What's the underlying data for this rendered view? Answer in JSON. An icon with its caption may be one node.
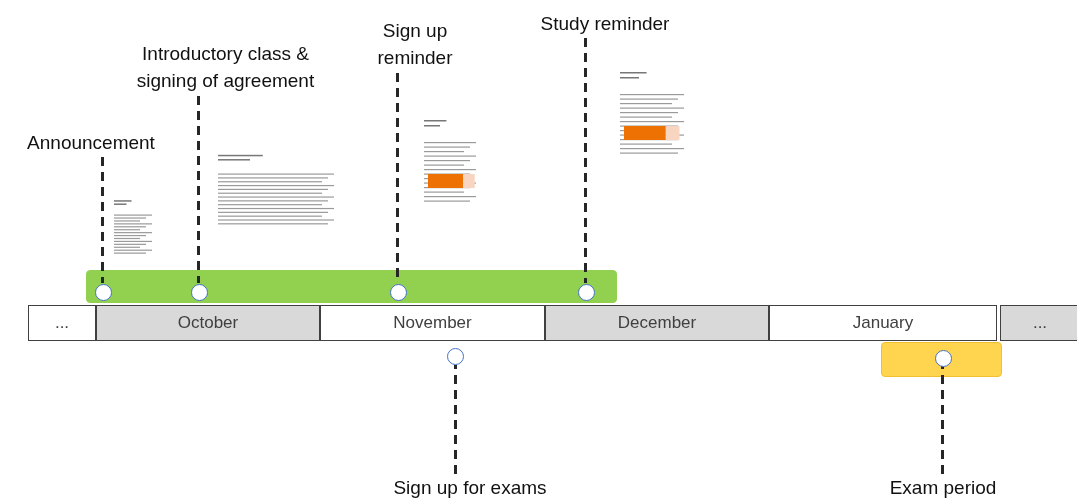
{
  "diagram": {
    "nodes": [
      {
        "text": [],
        "shape": "bar"
      },
      {
        "text": [],
        "shape": "circle",
        "in": 0
      },
      {
        "text": [],
        "shape": "circle",
        "in": 0
      },
      {
        "text": [],
        "shape": "circle",
        "in": 0
      },
      {
        "text": [],
        "shape": "circle",
        "in": 0
      },
      {
        "text": [
          "..."
        ]
      },
      {
        "text": [
          "October"
        ]
      },
      {
        "text": [
          "November"
        ]
      },
      {
        "text": [
          "December"
        ]
      },
      {
        "text": [
          "January"
        ]
      },
      {
        "text": [
          "..."
        ]
      },
      {
        "text": [],
        "shape": "circle"
      },
      {
        "text": [],
        "shape": "bar"
      },
      {
        "text": [],
        "shape": "circle",
        "in": 12
      },
      {
        "text": [
          "Announcement"
        ]
      },
      {
        "text": [
          "Introductory class & signing of agreement"
        ]
      },
      {
        "text": [
          "Sign up reminder"
        ]
      },
      {
        "text": [
          "Study reminder"
        ]
      },
      {
        "text": [
          "Sign up for exams"
        ]
      },
      {
        "text": [
          "Exam period"
        ]
      }
    ],
    "edges": [
      {
        "from": 14,
        "to": 1,
        "arrow": "none",
        "style": "dashed"
      },
      {
        "from": 15,
        "to": 2,
        "arrow": "none",
        "style": "dashed"
      },
      {
        "from": 16,
        "to": 3,
        "arrow": "none",
        "style": "dashed"
      },
      {
        "from": 17,
        "to": 4,
        "arrow": "none",
        "style": "dashed"
      },
      {
        "from": 18,
        "to": 11,
        "arrow": "none",
        "style": "dashed"
      },
      {
        "from": 19,
        "to": 13,
        "arrow": "none",
        "style": "dashed"
      }
    ]
  }
}
